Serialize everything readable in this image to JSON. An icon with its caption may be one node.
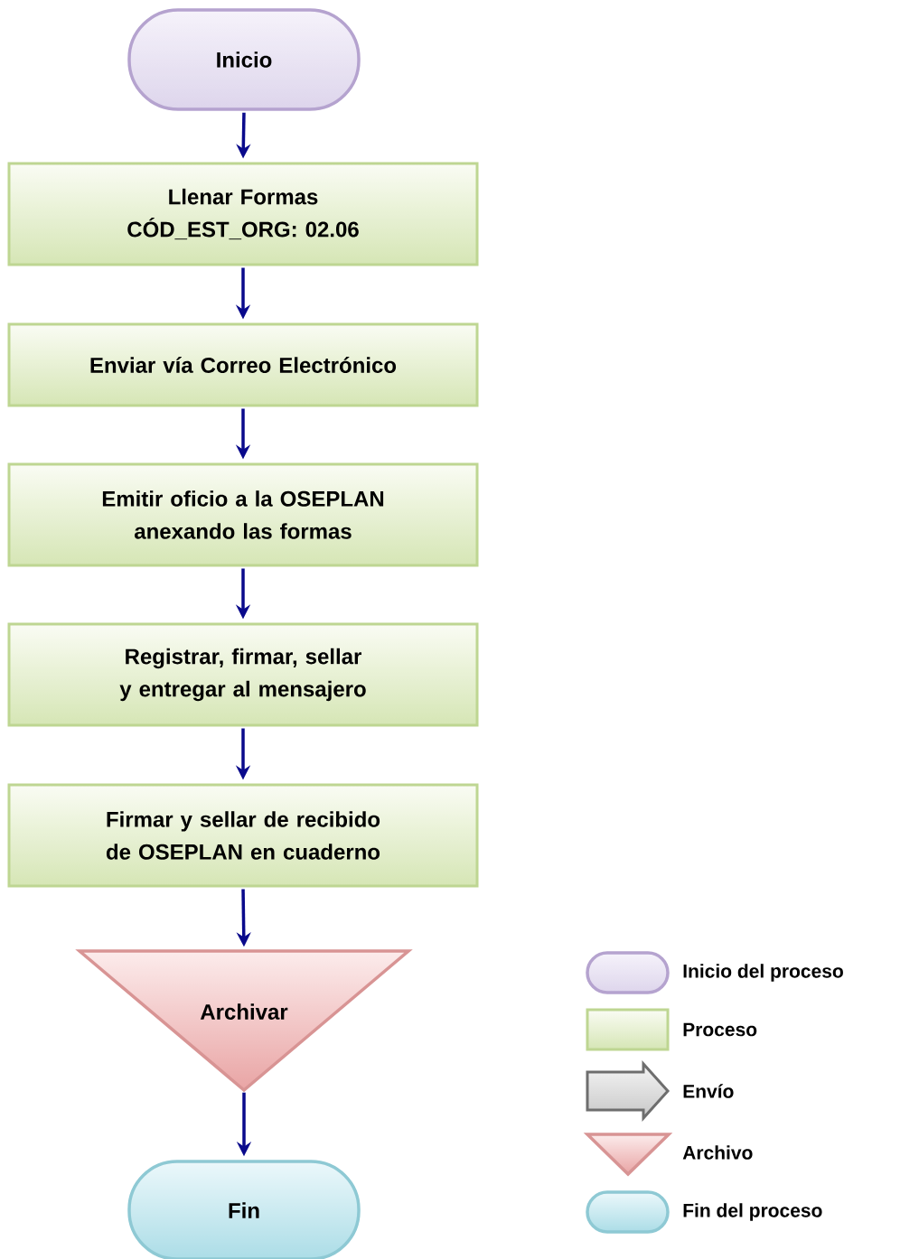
{
  "diagram": {
    "nodes": [
      {
        "text": [
          "Inicio"
        ]
      },
      {
        "text": [
          "Llenar Formas",
          "CÓD_EST_ORG: 02.06"
        ]
      },
      {
        "text": [
          "Enviar vía Correo Electrónico"
        ]
      },
      {
        "text": [
          "Emitir oficio a la OSEPLAN anexando las formas"
        ]
      },
      {
        "text": [
          "Registrar, firmar, sellar y entregar al mensajero"
        ]
      },
      {
        "text": [
          "Firmar y sellar de recibido de OSEPLAN en cuaderno"
        ]
      },
      {
        "text": [
          "Archivar"
        ]
      },
      {
        "text": [
          "Fin"
        ]
      }
    ],
    "edges": [
      {
        "from": 0,
        "to": 1,
        "arrow": "to"
      },
      {
        "from": 1,
        "to": 2,
        "arrow": "to"
      },
      {
        "from": 2,
        "to": 3,
        "arrow": "to"
      },
      {
        "from": 3,
        "to": 4,
        "arrow": "to"
      },
      {
        "from": 4,
        "to": 5,
        "arrow": "to"
      },
      {
        "from": 5,
        "to": 6,
        "arrow": "to"
      },
      {
        "from": 6,
        "to": 7,
        "arrow": "to"
      }
    ],
    "legend": [
      {
        "text": "Inicio del proceso"
      },
      {
        "text": "Proceso"
      },
      {
        "text": "Envío"
      },
      {
        "text": "Archivo"
      },
      {
        "text": "Fin del proceso"
      }
    ]
  }
}
